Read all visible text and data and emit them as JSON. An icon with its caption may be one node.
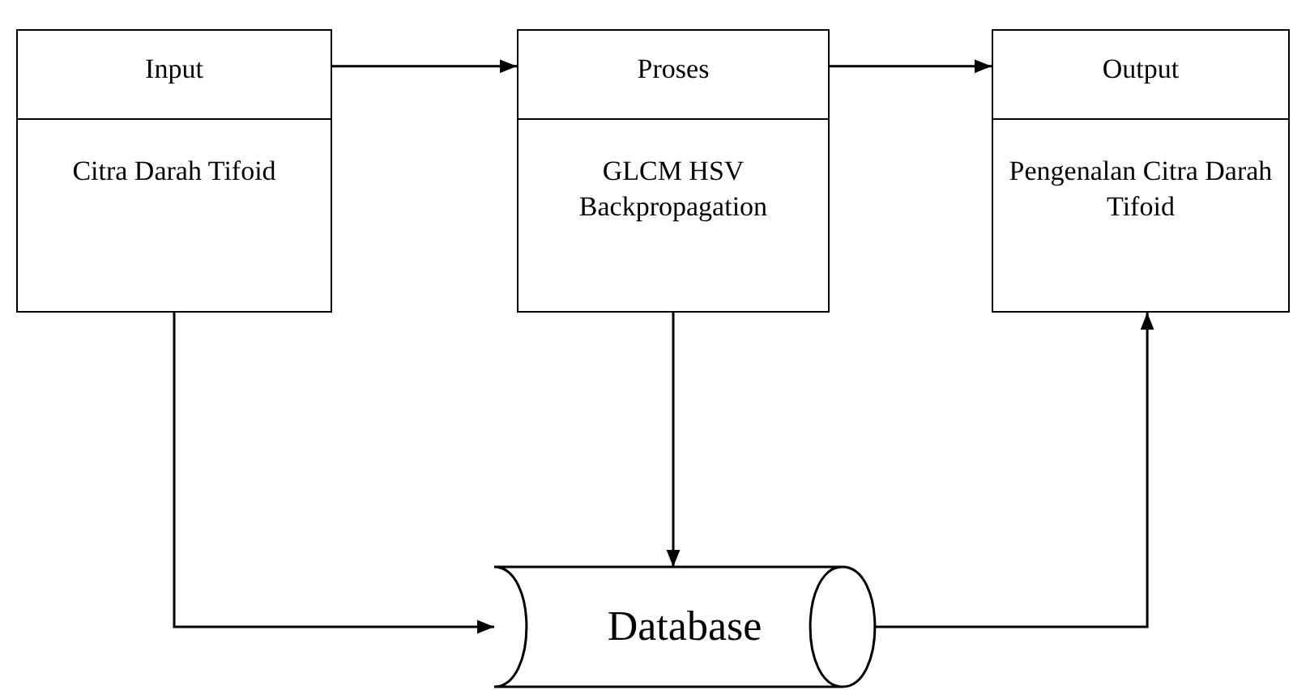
{
  "diagram": {
    "nodes": [
      {
        "text": [
          "Input",
          "Citra Darah Tifoid"
        ]
      },
      {
        "text": [
          "Proses",
          "GLCM HSV Backpropagation"
        ]
      },
      {
        "text": [
          "Output",
          "Pengenalan Citra Darah Tifoid"
        ]
      },
      {
        "text": [
          "Database"
        ]
      }
    ],
    "edges": [
      {
        "from": 0,
        "to": 1,
        "arrow": "to"
      },
      {
        "from": 1,
        "to": 2,
        "arrow": "to"
      },
      {
        "from": 0,
        "to": 3,
        "arrow": "to"
      },
      {
        "from": 1,
        "to": 3,
        "arrow": "to"
      },
      {
        "from": 3,
        "to": 2,
        "arrow": "to"
      }
    ]
  }
}
